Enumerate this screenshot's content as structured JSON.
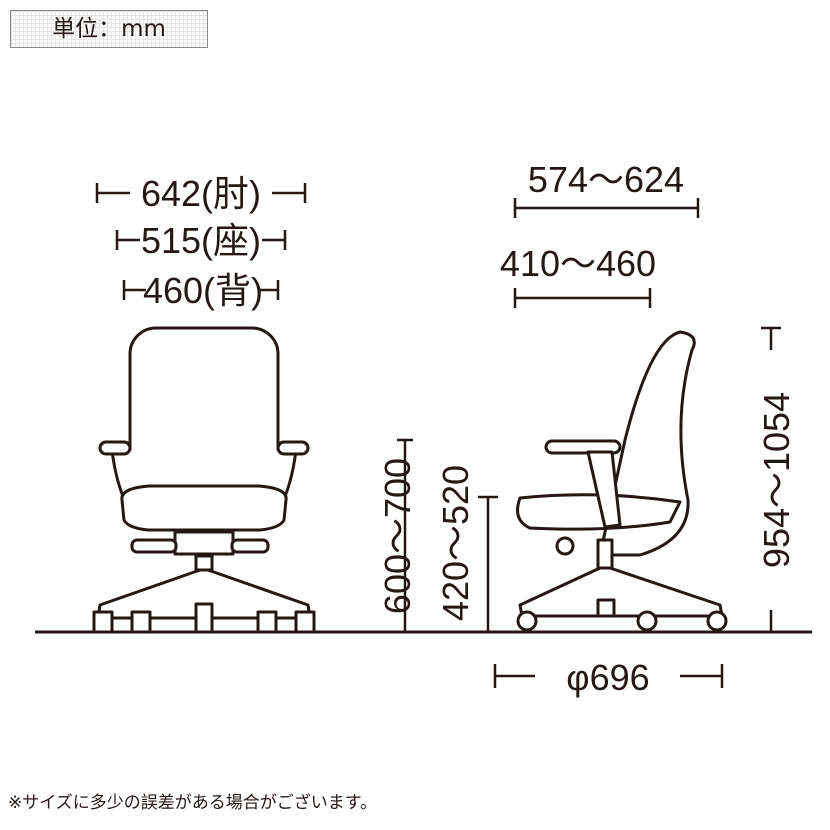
{
  "unit_label": "単位：mm",
  "dimensions": {
    "armrest_width": "642(肘)",
    "seat_width": "515(座)",
    "back_width": "460(背)",
    "depth_total": "574～624",
    "seat_depth": "410～460",
    "armrest_height": "600～700",
    "seat_height": "420～520",
    "total_height": "954～1054",
    "base_diameter": "φ696"
  },
  "note": "※サイズに多少の誤差がある場合がございます。",
  "colors": {
    "line": "#231815"
  }
}
